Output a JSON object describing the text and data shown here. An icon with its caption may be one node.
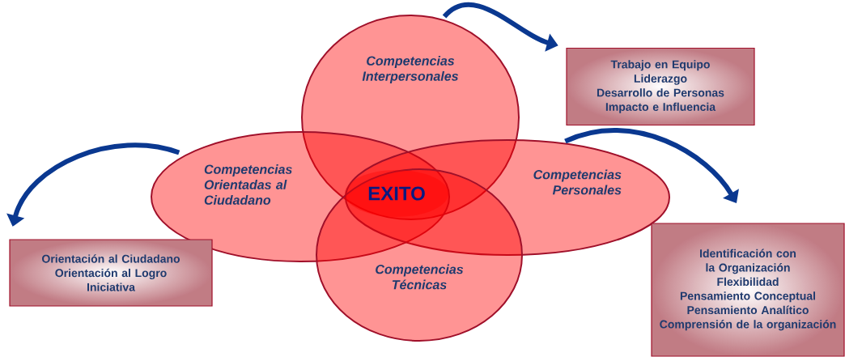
{
  "diagram": {
    "nodes": [
      {
        "text": [
          "Competencias Interpersonales"
        ]
      },
      {
        "text": [
          "Competencias Orientadas al Ciudadano"
        ]
      },
      {
        "text": [
          "Competencias Personales"
        ]
      },
      {
        "text": [
          "Competencias Técnicas"
        ]
      },
      {
        "text": [
          "EXITO"
        ]
      },
      {
        "text": [
          "Trabajo en Equipo",
          "Liderazgo",
          "Desarrollo de Personas",
          "Impacto e Influencia"
        ]
      },
      {
        "text": [
          "Orientación al Ciudadano",
          "Orientación al Logro",
          "Iniciativa"
        ]
      },
      {
        "text": [
          "Identificación con la Organización",
          "Flexibilidad",
          "Pensamiento Conceptual",
          "Pensamiento Analítico",
          "Comprensión de la organización"
        ]
      }
    ],
    "edges": [
      {
        "from": 0,
        "to": 5,
        "arrow": "to"
      },
      {
        "from": 1,
        "to": 6,
        "arrow": "to"
      },
      {
        "from": 2,
        "to": 7,
        "arrow": "to"
      }
    ]
  }
}
